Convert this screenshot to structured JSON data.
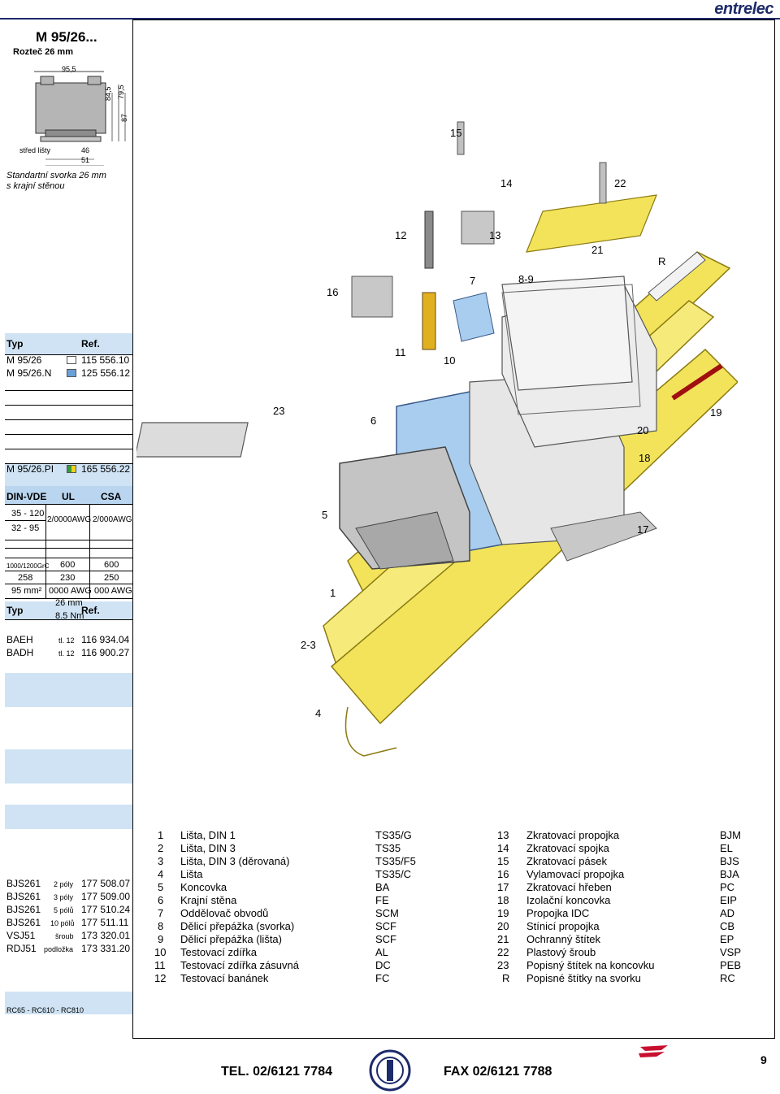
{
  "header": {
    "brand": "entrelec"
  },
  "product": {
    "title": "M 95/26...",
    "subtitle": "Rozteč 26 mm",
    "dimensions": {
      "width": "95,5",
      "h1": "84,5",
      "h2": "79,5",
      "h3": "87",
      "rail_center": "střed lišty",
      "d1": "46",
      "d2": "51"
    },
    "description_line1": "Standartní svorka 26 mm",
    "description_line2": "s krajní stěnou"
  },
  "ref_table": {
    "headers": [
      "Typ",
      "Ref."
    ],
    "rows": [
      {
        "type": "M 95/26",
        "ref": "115 556.10"
      },
      {
        "type": "M 95/26.N",
        "ref": "125 556.12"
      }
    ],
    "pi_row": {
      "type": "M 95/26.PI",
      "ref": "165 556.22"
    }
  },
  "approvals": {
    "headers": [
      "DIN-VDE",
      "UL",
      "CSA"
    ],
    "section_a": [
      "35 - 120",
      "32 - 95"
    ],
    "ul_awg": "2/0000AWG",
    "csa_awg": "2/000AWG",
    "rows": [
      [
        "1000/1200GrC",
        "600",
        "600"
      ],
      [
        "258",
        "230",
        "250"
      ],
      [
        "95 mm²",
        "0000 AWG",
        "000 AWG"
      ]
    ],
    "pitch": "26 mm",
    "torque": "8.5 Nm"
  },
  "accessory_table": {
    "headers": [
      "Typ",
      "Ref."
    ],
    "rows": [
      {
        "type": "BAEH",
        "note": "tl. 12",
        "ref": "116 934.04"
      },
      {
        "type": "BADH",
        "note": "tl. 12",
        "ref": "116 900.27"
      }
    ]
  },
  "bridge_table": {
    "rows": [
      {
        "type": "BJS261",
        "note": "2 póly",
        "ref": "177 508.07"
      },
      {
        "type": "BJS261",
        "note": "3 póly",
        "ref": "177 509.00"
      },
      {
        "type": "BJS261",
        "note": "5 pólů",
        "ref": "177 510.24"
      },
      {
        "type": "BJS261",
        "note": "10 pólů",
        "ref": "177 511.11"
      },
      {
        "type": "VSJ51",
        "note": "šroub",
        "ref": "173 320.01"
      },
      {
        "type": "RDJ51",
        "note": "podložka",
        "ref": "173 331.20"
      }
    ]
  },
  "rc_note": "RC65 - RC610 - RC810",
  "callouts": [
    "15",
    "14",
    "22",
    "12",
    "13",
    "21",
    "R",
    "16",
    "7",
    "8-9",
    "11",
    "10",
    "23",
    "6",
    "20",
    "19",
    "18",
    "5",
    "17",
    "1",
    "2-3",
    "4"
  ],
  "legend_left": [
    {
      "n": "1",
      "name": "Lišta, DIN 1",
      "code": "TS35/G"
    },
    {
      "n": "2",
      "name": "Lišta, DIN 3",
      "code": "TS35"
    },
    {
      "n": "3",
      "name": "Lišta, DIN 3 (děrovaná)",
      "code": "TS35/F5"
    },
    {
      "n": "4",
      "name": "Lišta",
      "code": "TS35/C"
    },
    {
      "n": "5",
      "name": "Koncovka",
      "code": "BA"
    },
    {
      "n": "6",
      "name": "Krajní stěna",
      "code": "FE"
    },
    {
      "n": "7",
      "name": "Oddělovač obvodů",
      "code": "SCM"
    },
    {
      "n": "8",
      "name": "Dělicí přepážka (svorka)",
      "code": "SCF"
    },
    {
      "n": "9",
      "name": "Dělicí přepážka (lišta)",
      "code": "SCF"
    },
    {
      "n": "10",
      "name": "Testovací zdířka",
      "code": "AL"
    },
    {
      "n": "11",
      "name": "Testovací zdířka zásuvná",
      "code": "DC"
    },
    {
      "n": "12",
      "name": "Testovací banánek",
      "code": "FC"
    }
  ],
  "legend_right": [
    {
      "n": "13",
      "name": "Zkratovací propojka",
      "code": "BJM"
    },
    {
      "n": "14",
      "name": "Zkratovací spojka",
      "code": "EL"
    },
    {
      "n": "15",
      "name": "Zkratovací pásek",
      "code": "BJS"
    },
    {
      "n": "16",
      "name": "Vylamovací propojka",
      "code": "BJA"
    },
    {
      "n": "17",
      "name": "Zkratovací hřeben",
      "code": "PC"
    },
    {
      "n": "18",
      "name": "Izolační koncovka",
      "code": "EIP"
    },
    {
      "n": "19",
      "name": "Propojka IDC",
      "code": "AD"
    },
    {
      "n": "20",
      "name": "Stínicí propojka",
      "code": "CB"
    },
    {
      "n": "21",
      "name": "Ochranný štítek",
      "code": "EP"
    },
    {
      "n": "22",
      "name": "Plastový šroub",
      "code": "VSP"
    },
    {
      "n": "23",
      "name": "Popisný štítek na koncovku",
      "code": "PEB"
    },
    {
      "n": "R",
      "name": "Popisné štítky na svorku",
      "code": "RC"
    }
  ],
  "footer": {
    "tel": "TEL. 02/6121 7784",
    "fax": "FAX 02/6121 7788",
    "page": "9"
  },
  "colors": {
    "band": "#cfe3f4",
    "rail": "#f3e35a",
    "terminal": "#d4d4d4",
    "endcap": "#a9cdee",
    "brand": "#1d2a6b"
  }
}
